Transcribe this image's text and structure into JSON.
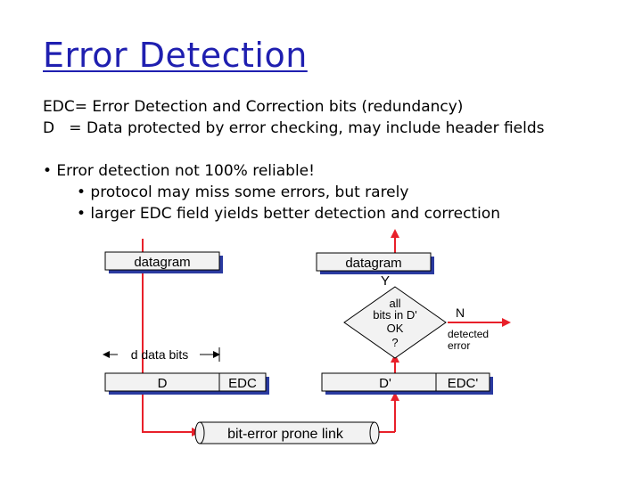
{
  "title": "Error Detection",
  "defs": [
    "EDC= Error Detection and Correction bits (redundancy)",
    "D   = Data protected by error checking, may include header fields"
  ],
  "bullets": {
    "main": "• Error detection not 100% reliable!",
    "sub1": "• protocol may miss some errors, but rarely",
    "sub2": "• larger EDC field yields better detection and correction"
  },
  "diagram": {
    "datagram_left": "datagram",
    "datagram_right": "datagram",
    "d_data_bits": "d data bits",
    "field_d": "D",
    "field_edc": "EDC",
    "field_d_prime": "D'",
    "field_edc_prime": "EDC'",
    "link": "bit-error prone link",
    "decision_y": "Y",
    "decision_n": "N",
    "decision_text": [
      "all",
      "bits in D'",
      "OK",
      "?"
    ],
    "detected_error": [
      "detected",
      "error"
    ],
    "colors": {
      "arrow": "#e8202a",
      "box_shadow": "#2a3aa0",
      "box_fill": "#f2f2f2"
    }
  }
}
